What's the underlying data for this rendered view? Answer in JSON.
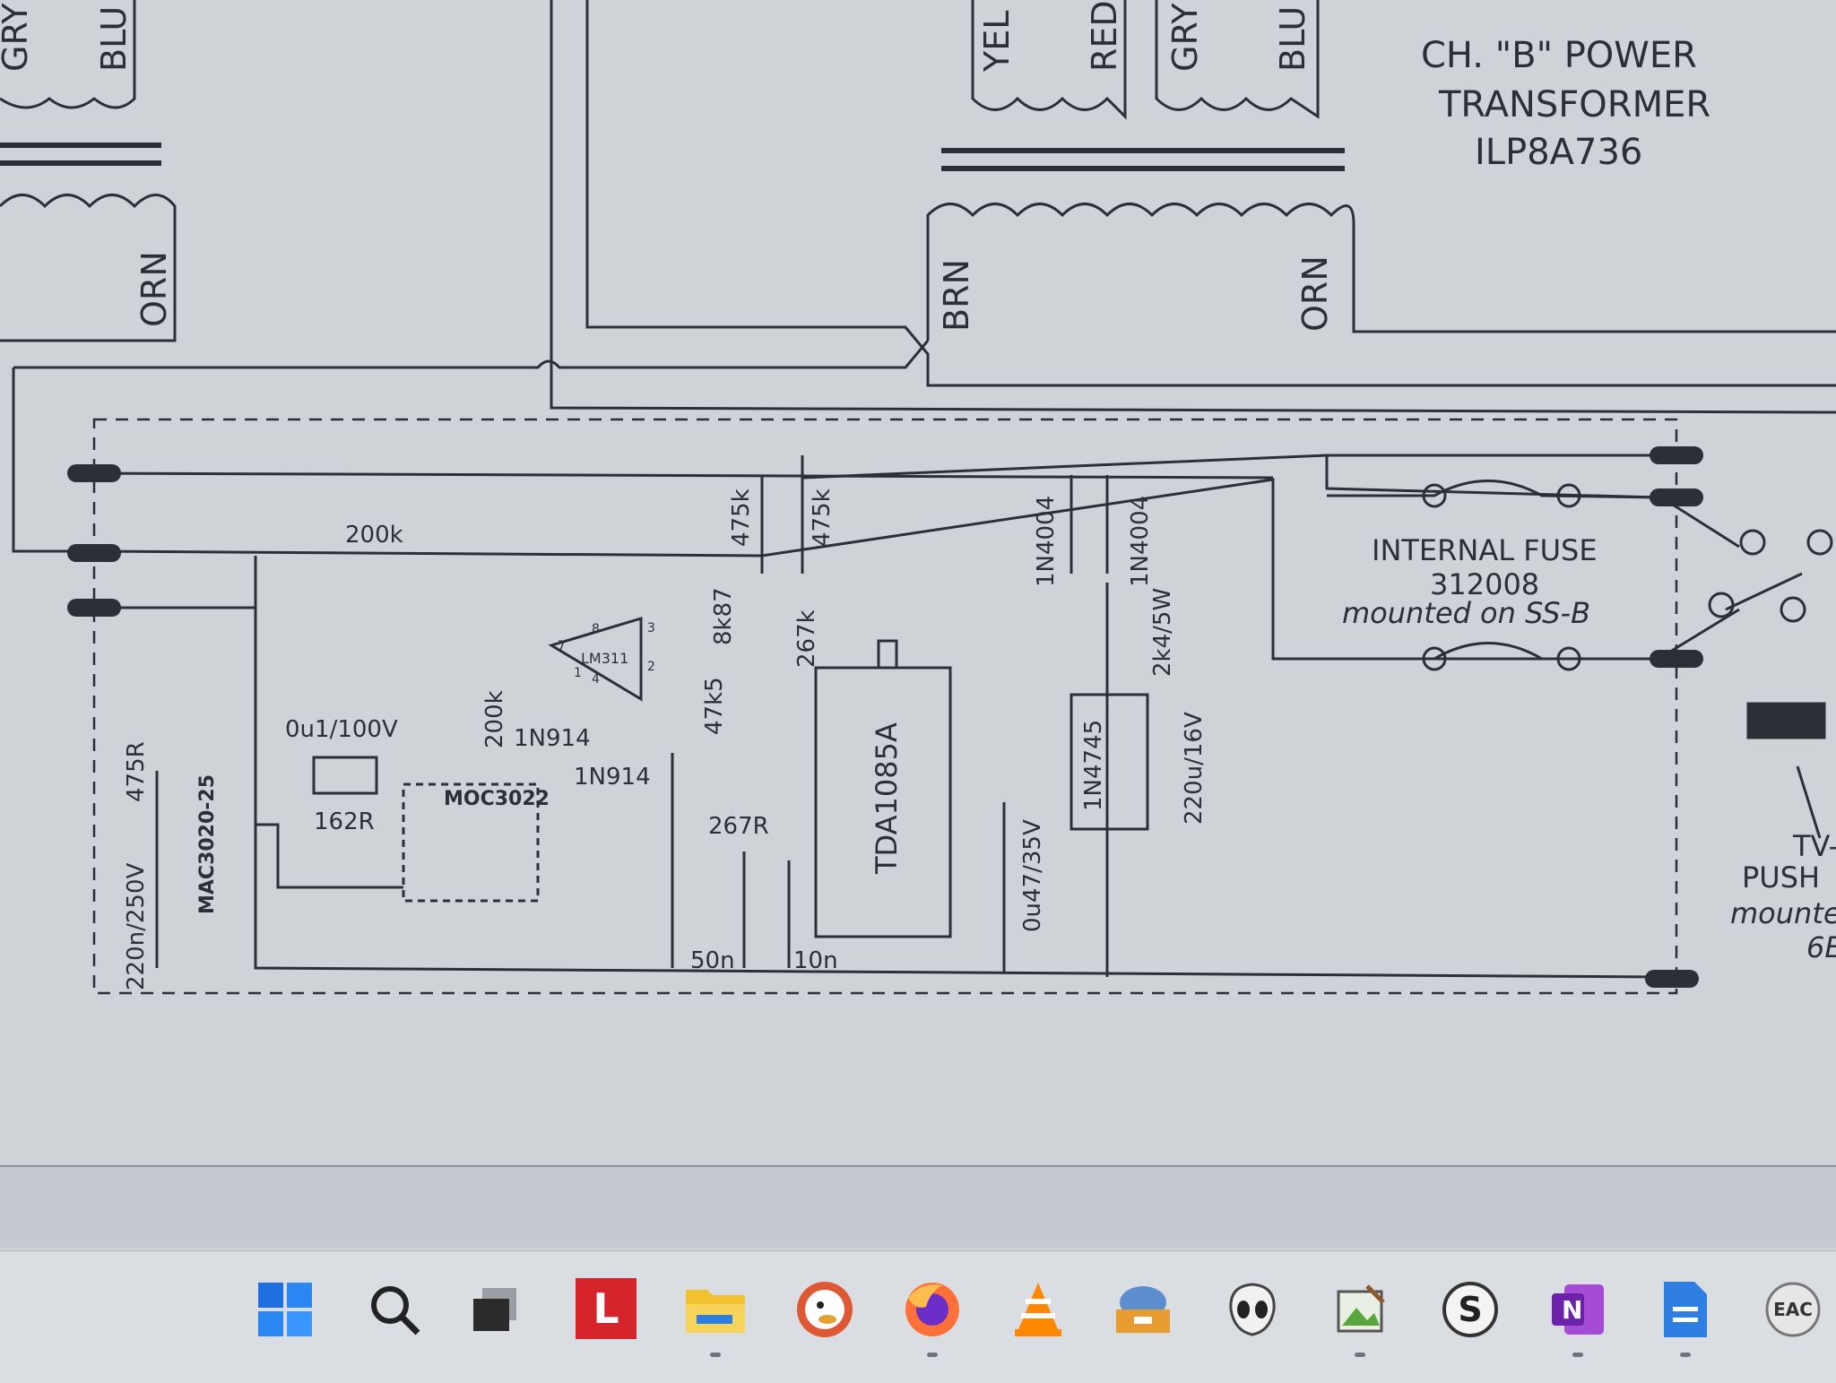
{
  "schematic": {
    "title_lines": [
      "CH. \"B\" POWER",
      "TRANSFORMER",
      "ILP8A736"
    ],
    "wire_colors": {
      "left_top_a": "GRY",
      "left_top_b": "BLU",
      "left_bottom": "ORN",
      "right_top": [
        "YEL",
        "RED",
        "GRY",
        "BLU"
      ],
      "right_bottom_left": "BRN",
      "right_bottom_right": "ORN"
    },
    "fuse_lines": [
      "INTERNAL FUSE",
      "312008",
      "mounted on SS-B"
    ],
    "switch_lines": [
      "TV-",
      "PUSH",
      "mounte",
      "6E"
    ],
    "components": {
      "r_200k_top": "200k",
      "r_475k_a": "475k",
      "r_475k_b": "475k",
      "r_8k87": "8k87",
      "r_267k": "267k",
      "r_47k5": "47k5",
      "r_200k_mid": "200k",
      "opamp": "LM311",
      "cap_0u1": "0u1/100V",
      "r_162r": "162R",
      "optocoupler": "MOC3022",
      "diode_1n914_a": "1N914",
      "diode_1n914_b": "1N914",
      "r_267r": "267R",
      "ic": "TDA1085A",
      "diode_1n4004_a": "1N4004",
      "diode_1n4004_b": "1N4004",
      "r_2k4": "2k4/5W",
      "zener": "1N4745",
      "cap_220u": "220u/16V",
      "cap_0u47": "0u47/35V",
      "cap_50n": "50n",
      "cap_10n": "10n",
      "cap_220n": "220n/250V",
      "r_475r": "475R",
      "triac": "MAC3020-25"
    },
    "opamp_pins": [
      "8",
      "7",
      "3",
      "2",
      "4",
      "1"
    ]
  },
  "taskbar": {
    "icons": [
      {
        "name": "windows-start-icon",
        "label": ""
      },
      {
        "name": "search-icon",
        "label": ""
      },
      {
        "name": "task-view-icon",
        "label": ""
      },
      {
        "name": "red-l-app-icon",
        "label": "L"
      },
      {
        "name": "file-explorer-icon",
        "label": ""
      },
      {
        "name": "duckduckgo-icon",
        "label": ""
      },
      {
        "name": "firefox-icon",
        "label": ""
      },
      {
        "name": "vlc-icon",
        "label": ""
      },
      {
        "name": "disk-app-icon",
        "label": ""
      },
      {
        "name": "alien-app-icon",
        "label": ""
      },
      {
        "name": "image-editor-icon",
        "label": ""
      },
      {
        "name": "s-app-icon",
        "label": "S"
      },
      {
        "name": "onenote-icon",
        "label": "N"
      },
      {
        "name": "doc-app-icon",
        "label": ""
      },
      {
        "name": "eac-app-icon",
        "label": "EAC"
      }
    ]
  },
  "colors": {
    "paper": "#cfd3d8",
    "ink": "#2c2f36",
    "taskbar": "#dadde2"
  }
}
